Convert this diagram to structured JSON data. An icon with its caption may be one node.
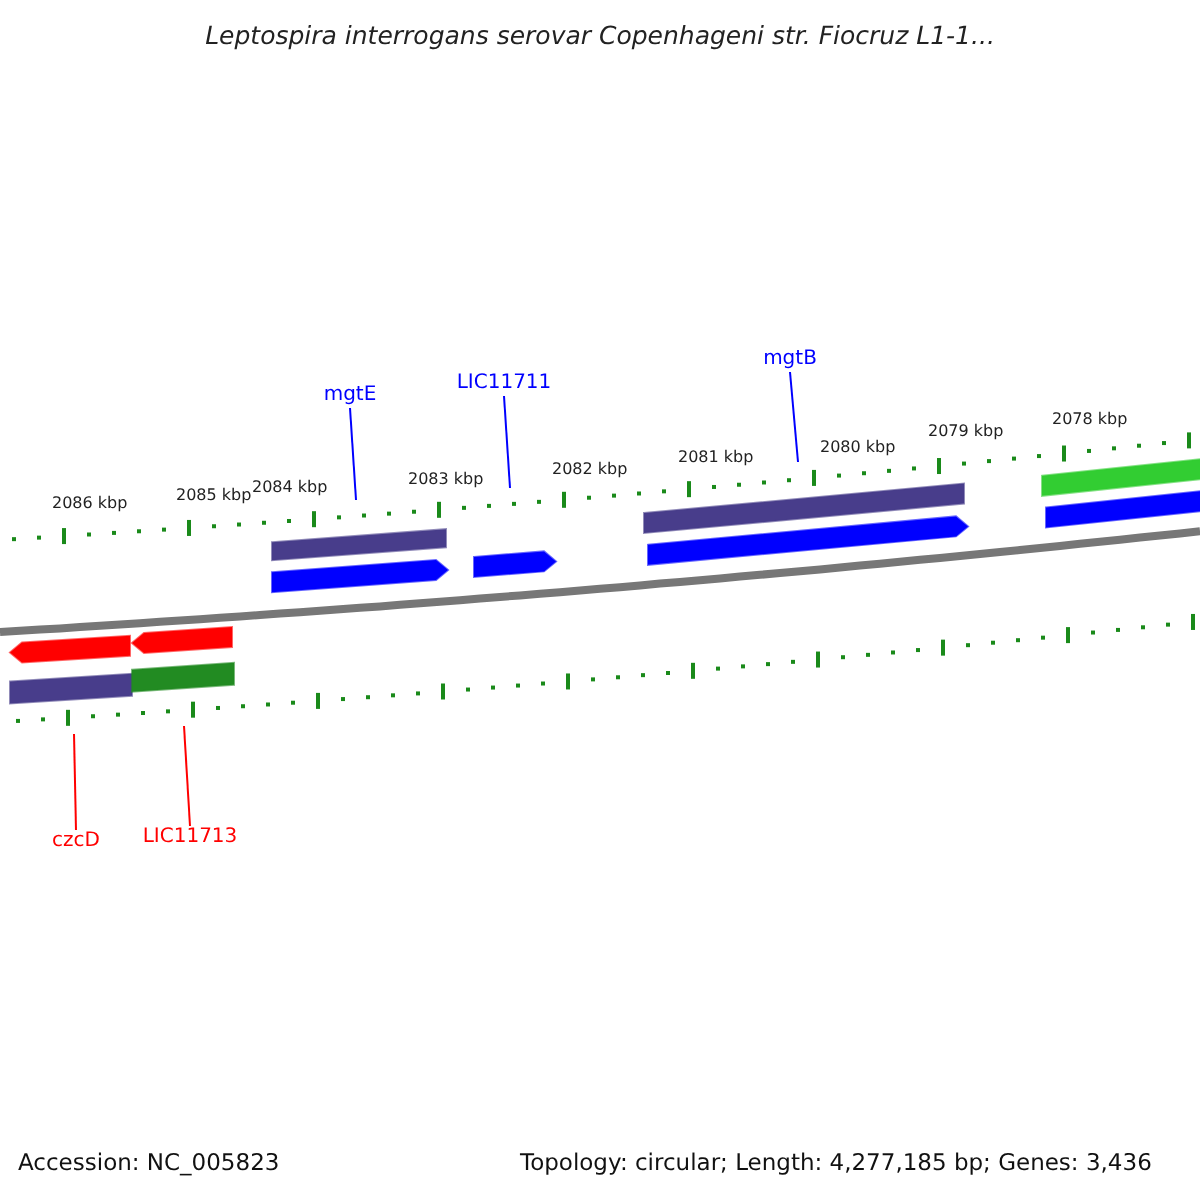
{
  "diagram": {
    "title": "Leptospira interrogans serovar Copenhageni str. Fiocruz L1-1...",
    "nodes": [
      {
        "text": [
          "mgtE"
        ]
      },
      {
        "text": [
          "LIC11711"
        ]
      },
      {
        "text": [
          "mgtB"
        ]
      },
      {
        "text": [
          "czcD"
        ]
      },
      {
        "text": [
          "LIC11713"
        ]
      }
    ],
    "edges": [
      {
        "from": 0,
        "to": null,
        "arrow": "none"
      },
      {
        "from": 1,
        "to": null,
        "arrow": "none"
      },
      {
        "from": 2,
        "to": null,
        "arrow": "none"
      },
      {
        "from": 3,
        "to": null,
        "arrow": "none",
        "color": "#ff0000"
      },
      {
        "from": 4,
        "to": null,
        "arrow": "none",
        "color": "#ff0000"
      }
    ],
    "labels": [
      "2086 kbp",
      "2085 kbp",
      "2084 kbp",
      "2083 kbp",
      "2082 kbp",
      "2081 kbp",
      "2080 kbp",
      "2079 kbp",
      "2078 kbp",
      "Accession: NC_005823",
      "Topology: circular; Length: 4,277,185 bp; Genes: 3,436"
    ]
  }
}
